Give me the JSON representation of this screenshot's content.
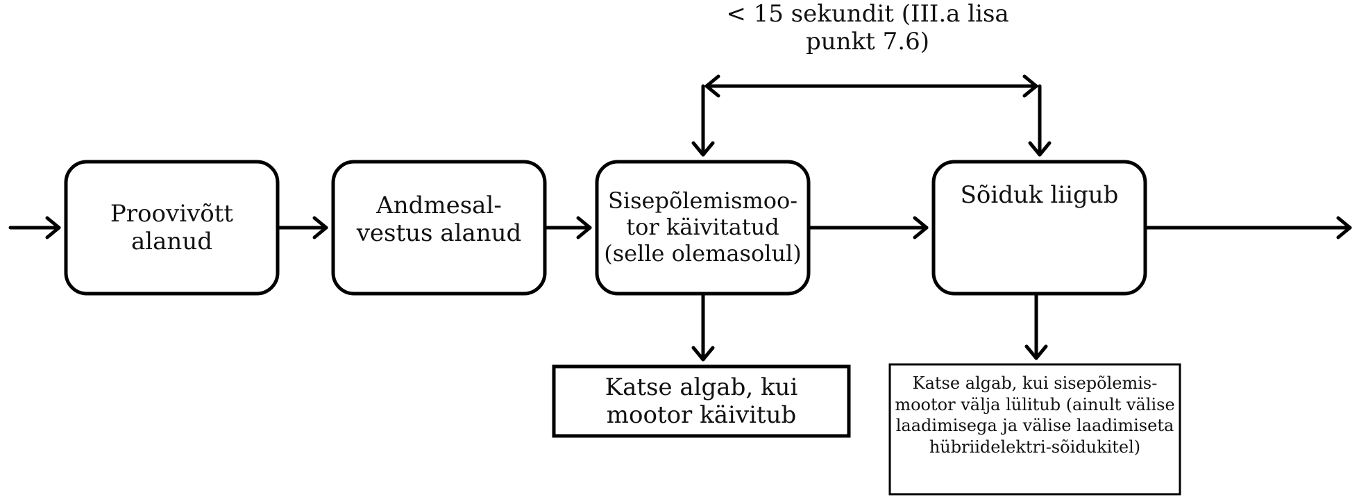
{
  "diagram": {
    "timing_note": "< 15 sekundit (III.a lisa\npunkt 7.6)",
    "nodes": [
      {
        "id": "sampling",
        "label": "Proovivõtt\nalanud"
      },
      {
        "id": "data_logging",
        "label": "Andmesal-\nvestus alanud"
      },
      {
        "id": "engine_started",
        "label": "Sisepõlemismoo-\ntor käivitatud\n(selle olemasolul)"
      },
      {
        "id": "vehicle_moves",
        "label": "Sõiduk liigub"
      }
    ],
    "notes": [
      {
        "id": "note_engine",
        "label": "Katse algab, kui\nmootor käivitub"
      },
      {
        "id": "note_hybrid",
        "label": "Katse algab, kui sisepõlemis-\nmootor välja lülitub (ainult välise\nlaadimisega ja välise laadimiseta\nhübriidelektri-sõidukitel)"
      }
    ],
    "colors": {
      "stroke": "#000000",
      "text": "#111111",
      "background": "#ffffff"
    }
  }
}
